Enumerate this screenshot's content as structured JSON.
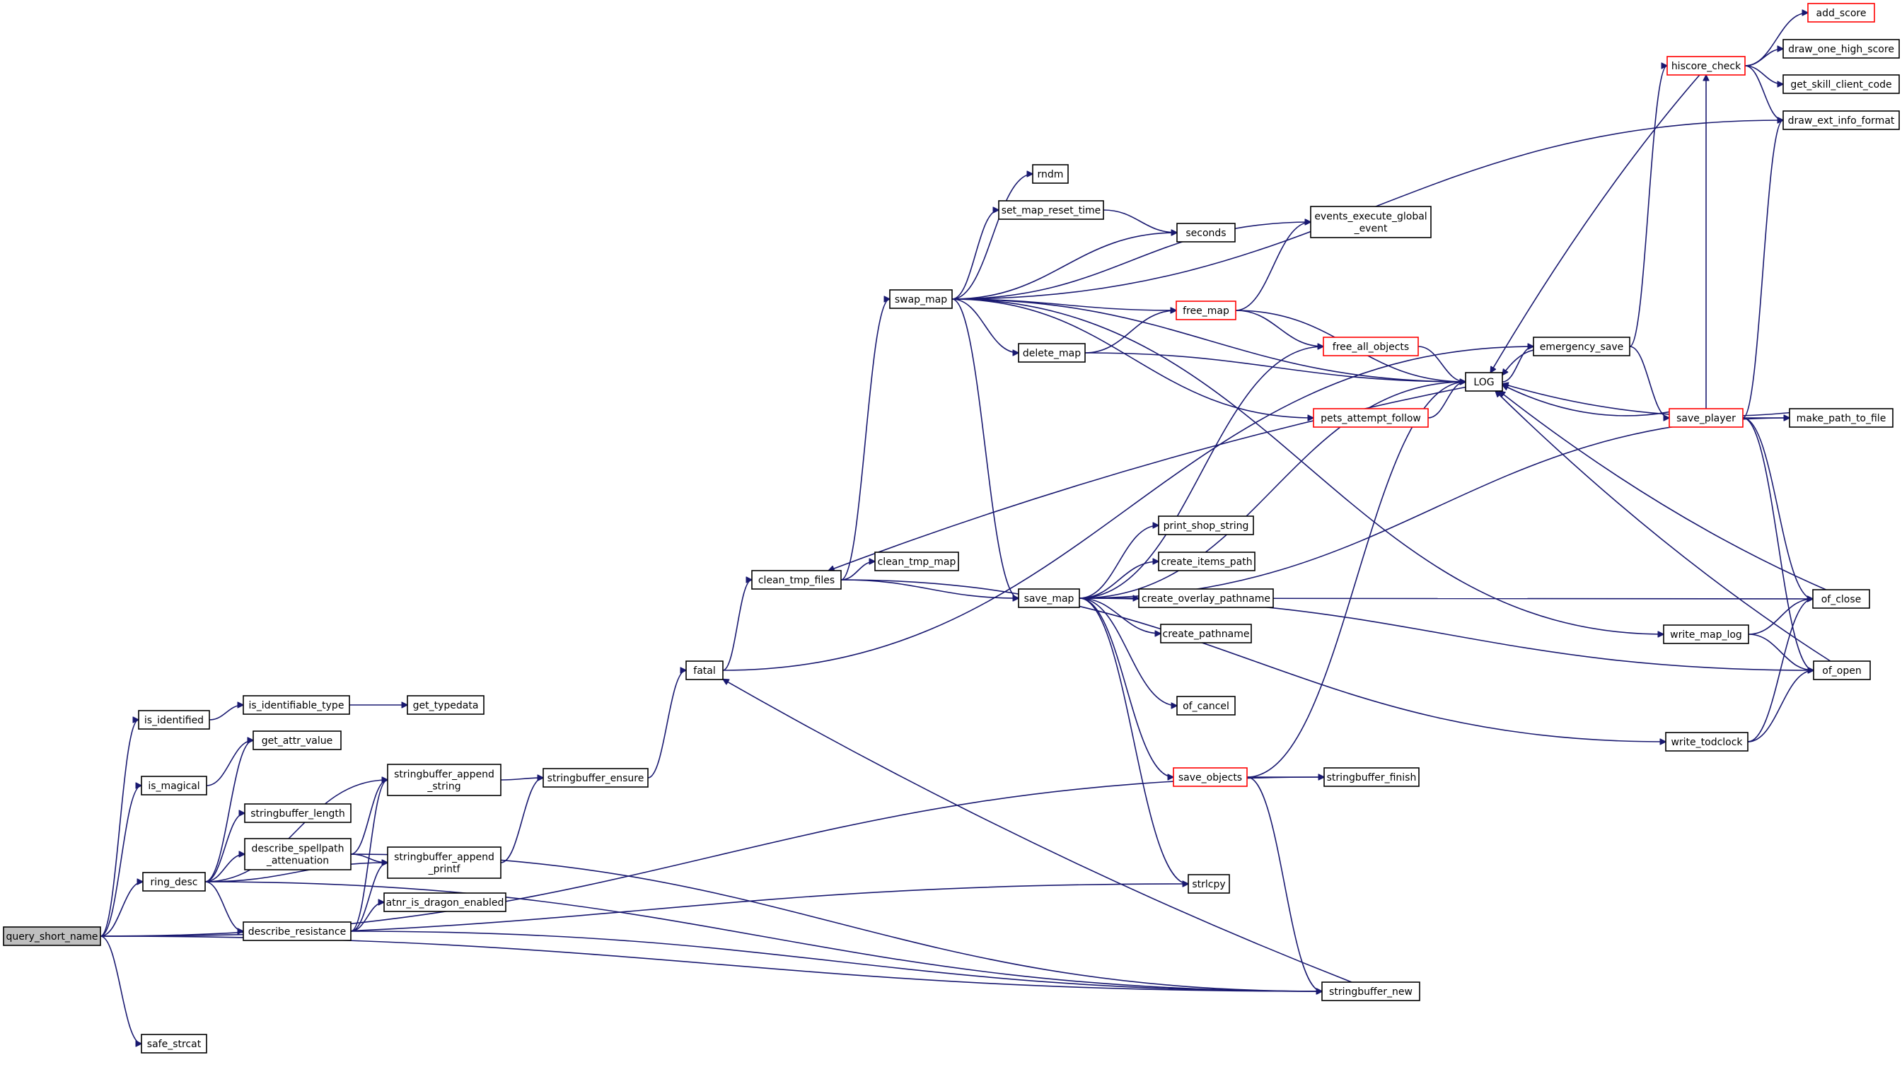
{
  "graph": {
    "colors": {
      "edge": "#191970",
      "red_border": "#ff0000",
      "root_fill": "#bfbfbf"
    },
    "nodes": [
      {
        "id": "query_short_name",
        "lines": [
          "query_short_name"
        ],
        "style": "root"
      },
      {
        "id": "is_identified",
        "lines": [
          "is_identified"
        ]
      },
      {
        "id": "is_magical",
        "lines": [
          "is_magical"
        ]
      },
      {
        "id": "ring_desc",
        "lines": [
          "ring_desc"
        ]
      },
      {
        "id": "safe_strcat",
        "lines": [
          "safe_strcat"
        ]
      },
      {
        "id": "is_identifiable_type",
        "lines": [
          "is_identifiable_type"
        ]
      },
      {
        "id": "get_typedata",
        "lines": [
          "get_typedata"
        ]
      },
      {
        "id": "get_attr_value",
        "lines": [
          "get_attr_value"
        ]
      },
      {
        "id": "stringbuffer_length",
        "lines": [
          "stringbuffer_length"
        ]
      },
      {
        "id": "describe_spellpath_attenuation",
        "lines": [
          "describe_spellpath",
          "_attenuation"
        ]
      },
      {
        "id": "describe_resistance",
        "lines": [
          "describe_resistance"
        ]
      },
      {
        "id": "stringbuffer_append_string",
        "lines": [
          "stringbuffer_append",
          "_string"
        ]
      },
      {
        "id": "stringbuffer_append_printf",
        "lines": [
          "stringbuffer_append",
          "_printf"
        ]
      },
      {
        "id": "atnr_is_dragon_enabled",
        "lines": [
          "atnr_is_dragon_enabled"
        ]
      },
      {
        "id": "stringbuffer_ensure",
        "lines": [
          "stringbuffer_ensure"
        ]
      },
      {
        "id": "fatal",
        "lines": [
          "fatal"
        ]
      },
      {
        "id": "clean_tmp_files",
        "lines": [
          "clean_tmp_files"
        ]
      },
      {
        "id": "clean_tmp_map",
        "lines": [
          "clean_tmp_map"
        ]
      },
      {
        "id": "swap_map",
        "lines": [
          "swap_map"
        ]
      },
      {
        "id": "save_map",
        "lines": [
          "save_map"
        ]
      },
      {
        "id": "rndm",
        "lines": [
          "rndm"
        ]
      },
      {
        "id": "set_map_reset_time",
        "lines": [
          "set_map_reset_time"
        ]
      },
      {
        "id": "seconds",
        "lines": [
          "seconds"
        ]
      },
      {
        "id": "delete_map",
        "lines": [
          "delete_map"
        ]
      },
      {
        "id": "events_execute_global_event",
        "lines": [
          "events_execute_global",
          "_event"
        ]
      },
      {
        "id": "free_map",
        "lines": [
          "free_map"
        ],
        "style": "red"
      },
      {
        "id": "free_all_objects",
        "lines": [
          "free_all_objects"
        ],
        "style": "red"
      },
      {
        "id": "pets_attempt_follow",
        "lines": [
          "pets_attempt_follow"
        ],
        "style": "red"
      },
      {
        "id": "LOG",
        "lines": [
          "LOG"
        ]
      },
      {
        "id": "emergency_save",
        "lines": [
          "emergency_save"
        ]
      },
      {
        "id": "hiscore_check",
        "lines": [
          "hiscore_check"
        ],
        "style": "red"
      },
      {
        "id": "add_score",
        "lines": [
          "add_score"
        ],
        "style": "red"
      },
      {
        "id": "draw_one_high_score",
        "lines": [
          "draw_one_high_score"
        ]
      },
      {
        "id": "get_skill_client_code",
        "lines": [
          "get_skill_client_code"
        ]
      },
      {
        "id": "draw_ext_info_format",
        "lines": [
          "draw_ext_info_format"
        ]
      },
      {
        "id": "save_player",
        "lines": [
          "save_player"
        ],
        "style": "red"
      },
      {
        "id": "make_path_to_file",
        "lines": [
          "make_path_to_file"
        ]
      },
      {
        "id": "of_close",
        "lines": [
          "of_close"
        ]
      },
      {
        "id": "of_open",
        "lines": [
          "of_open"
        ]
      },
      {
        "id": "write_map_log",
        "lines": [
          "write_map_log"
        ]
      },
      {
        "id": "write_todclock",
        "lines": [
          "write_todclock"
        ]
      },
      {
        "id": "print_shop_string",
        "lines": [
          "print_shop_string"
        ]
      },
      {
        "id": "create_items_path",
        "lines": [
          "create_items_path"
        ]
      },
      {
        "id": "create_overlay_pathname",
        "lines": [
          "create_overlay_pathname"
        ]
      },
      {
        "id": "create_pathname",
        "lines": [
          "create_pathname"
        ]
      },
      {
        "id": "of_cancel",
        "lines": [
          "of_cancel"
        ]
      },
      {
        "id": "save_objects",
        "lines": [
          "save_objects"
        ],
        "style": "red"
      },
      {
        "id": "stringbuffer_finish",
        "lines": [
          "stringbuffer_finish"
        ]
      },
      {
        "id": "strlcpy",
        "lines": [
          "strlcpy"
        ]
      },
      {
        "id": "stringbuffer_new",
        "lines": [
          "stringbuffer_new"
        ]
      }
    ],
    "edges": [
      {
        "from": "query_short_name",
        "to": "is_identified"
      },
      {
        "from": "query_short_name",
        "to": "is_magical"
      },
      {
        "from": "query_short_name",
        "to": "ring_desc"
      },
      {
        "from": "query_short_name",
        "to": "safe_strcat"
      },
      {
        "from": "query_short_name",
        "to": "strlcpy"
      },
      {
        "from": "query_short_name",
        "to": "stringbuffer_finish"
      },
      {
        "from": "query_short_name",
        "to": "stringbuffer_new"
      },
      {
        "from": "is_identified",
        "to": "is_identifiable_type"
      },
      {
        "from": "is_identifiable_type",
        "to": "get_typedata"
      },
      {
        "from": "is_magical",
        "to": "get_attr_value"
      },
      {
        "from": "ring_desc",
        "to": "get_attr_value"
      },
      {
        "from": "ring_desc",
        "to": "stringbuffer_append_string"
      },
      {
        "from": "ring_desc",
        "to": "stringbuffer_length"
      },
      {
        "from": "ring_desc",
        "to": "describe_spellpath_attenuation"
      },
      {
        "from": "ring_desc",
        "to": "stringbuffer_append_printf"
      },
      {
        "from": "ring_desc",
        "to": "describe_resistance"
      },
      {
        "from": "ring_desc",
        "to": "stringbuffer_new"
      },
      {
        "from": "describe_spellpath_attenuation",
        "to": "stringbuffer_append_string"
      },
      {
        "from": "describe_spellpath_attenuation",
        "to": "stringbuffer_append_printf"
      },
      {
        "from": "describe_spellpath_attenuation",
        "to": "stringbuffer_new"
      },
      {
        "from": "describe_resistance",
        "to": "stringbuffer_append_string"
      },
      {
        "from": "describe_resistance",
        "to": "stringbuffer_append_printf"
      },
      {
        "from": "describe_resistance",
        "to": "atnr_is_dragon_enabled"
      },
      {
        "from": "describe_resistance",
        "to": "stringbuffer_new"
      },
      {
        "from": "stringbuffer_append_string",
        "to": "stringbuffer_ensure"
      },
      {
        "from": "stringbuffer_append_printf",
        "to": "stringbuffer_ensure"
      },
      {
        "from": "stringbuffer_ensure",
        "to": "fatal"
      },
      {
        "from": "stringbuffer_new",
        "to": "fatal"
      },
      {
        "from": "fatal",
        "to": "clean_tmp_files"
      },
      {
        "from": "fatal",
        "to": "emergency_save"
      },
      {
        "from": "clean_tmp_files",
        "to": "clean_tmp_map"
      },
      {
        "from": "clean_tmp_files",
        "to": "swap_map"
      },
      {
        "from": "clean_tmp_files",
        "to": "save_map"
      },
      {
        "from": "clean_tmp_files",
        "to": "write_todclock"
      },
      {
        "from": "LOG",
        "to": "clean_tmp_files"
      },
      {
        "from": "swap_map",
        "to": "rndm"
      },
      {
        "from": "swap_map",
        "to": "set_map_reset_time"
      },
      {
        "from": "swap_map",
        "to": "seconds"
      },
      {
        "from": "swap_map",
        "to": "events_execute_global_event"
      },
      {
        "from": "swap_map",
        "to": "draw_ext_info_format"
      },
      {
        "from": "swap_map",
        "to": "free_map"
      },
      {
        "from": "swap_map",
        "to": "LOG"
      },
      {
        "from": "swap_map",
        "to": "delete_map"
      },
      {
        "from": "swap_map",
        "to": "pets_attempt_follow"
      },
      {
        "from": "swap_map",
        "to": "save_map"
      },
      {
        "from": "swap_map",
        "to": "write_map_log"
      },
      {
        "from": "set_map_reset_time",
        "to": "seconds"
      },
      {
        "from": "delete_map",
        "to": "free_map"
      },
      {
        "from": "delete_map",
        "to": "LOG"
      },
      {
        "from": "free_map",
        "to": "events_execute_global_event"
      },
      {
        "from": "free_map",
        "to": "free_all_objects"
      },
      {
        "from": "free_map",
        "to": "LOG"
      },
      {
        "from": "free_all_objects",
        "to": "LOG"
      },
      {
        "from": "pets_attempt_follow",
        "to": "LOG"
      },
      {
        "from": "save_map",
        "to": "free_all_objects"
      },
      {
        "from": "save_map",
        "to": "LOG"
      },
      {
        "from": "save_map",
        "to": "make_path_to_file"
      },
      {
        "from": "save_map",
        "to": "print_shop_string"
      },
      {
        "from": "save_map",
        "to": "create_items_path"
      },
      {
        "from": "save_map",
        "to": "create_overlay_pathname"
      },
      {
        "from": "save_map",
        "to": "create_pathname"
      },
      {
        "from": "save_map",
        "to": "of_close"
      },
      {
        "from": "save_map",
        "to": "of_cancel"
      },
      {
        "from": "save_map",
        "to": "of_open"
      },
      {
        "from": "save_map",
        "to": "save_objects"
      },
      {
        "from": "save_map",
        "to": "strlcpy"
      },
      {
        "from": "save_objects",
        "to": "LOG"
      },
      {
        "from": "save_objects",
        "to": "stringbuffer_finish"
      },
      {
        "from": "save_objects",
        "to": "stringbuffer_new"
      },
      {
        "from": "LOG",
        "to": "emergency_save"
      },
      {
        "from": "emergency_save",
        "to": "LOG"
      },
      {
        "from": "emergency_save",
        "to": "hiscore_check"
      },
      {
        "from": "emergency_save",
        "to": "save_player"
      },
      {
        "from": "hiscore_check",
        "to": "LOG"
      },
      {
        "from": "hiscore_check",
        "to": "add_score"
      },
      {
        "from": "hiscore_check",
        "to": "draw_one_high_score"
      },
      {
        "from": "hiscore_check",
        "to": "get_skill_client_code"
      },
      {
        "from": "hiscore_check",
        "to": "draw_ext_info_format"
      },
      {
        "from": "save_player",
        "to": "LOG"
      },
      {
        "from": "save_player",
        "to": "hiscore_check"
      },
      {
        "from": "save_player",
        "to": "draw_ext_info_format"
      },
      {
        "from": "save_player",
        "to": "make_path_to_file"
      },
      {
        "from": "save_player",
        "to": "of_close"
      },
      {
        "from": "save_player",
        "to": "of_open"
      },
      {
        "from": "make_path_to_file",
        "to": "LOG"
      },
      {
        "from": "of_close",
        "to": "LOG"
      },
      {
        "from": "of_open",
        "to": "LOG"
      },
      {
        "from": "write_map_log",
        "to": "of_close"
      },
      {
        "from": "write_map_log",
        "to": "of_open"
      },
      {
        "from": "write_todclock",
        "to": "of_close"
      },
      {
        "from": "write_todclock",
        "to": "of_open"
      }
    ]
  }
}
